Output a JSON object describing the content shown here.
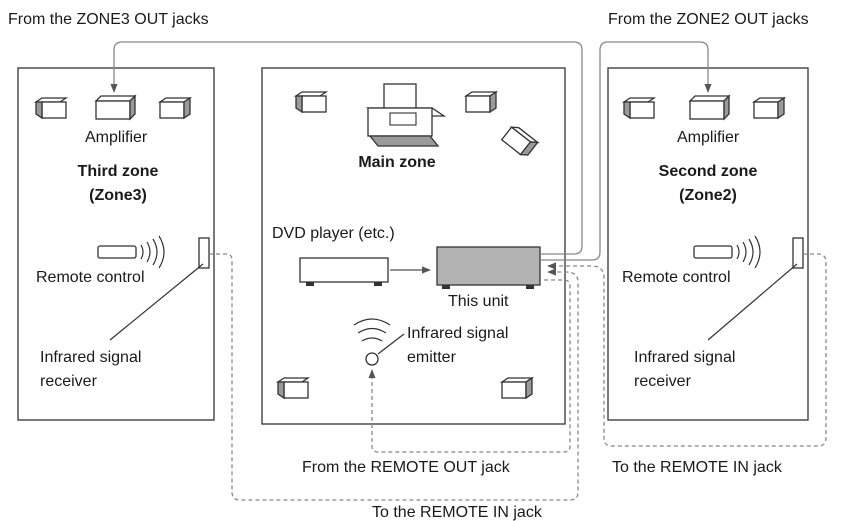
{
  "captions": {
    "zone3_out": "From the ZONE3 OUT jacks",
    "zone2_out": "From the ZONE2 OUT jacks",
    "remote_out": "From the REMOTE OUT jack",
    "remote_in_zone2": "To the REMOTE IN jack",
    "remote_in_zone3": "To the REMOTE IN jack"
  },
  "zone3": {
    "amplifier": "Amplifier",
    "title_line1": "Third zone",
    "title_line2": "(Zone3)",
    "remote": "Remote control",
    "receiver_line1": "Infrared signal",
    "receiver_line2": "receiver"
  },
  "main": {
    "title": "Main zone",
    "dvd": "DVD player (etc.)",
    "unit": "This unit",
    "emitter_line1": "Infrared signal",
    "emitter_line2": "emitter"
  },
  "zone2": {
    "amplifier": "Amplifier",
    "title_line1": "Second zone",
    "title_line2": "(Zone2)",
    "remote": "Remote control",
    "receiver_line1": "Infrared signal",
    "receiver_line2": "receiver"
  },
  "colors": {
    "line": "#333333",
    "cable": "#888888",
    "device_fill": "#b3b3b3",
    "speaker_side": "#9a9a9a"
  }
}
